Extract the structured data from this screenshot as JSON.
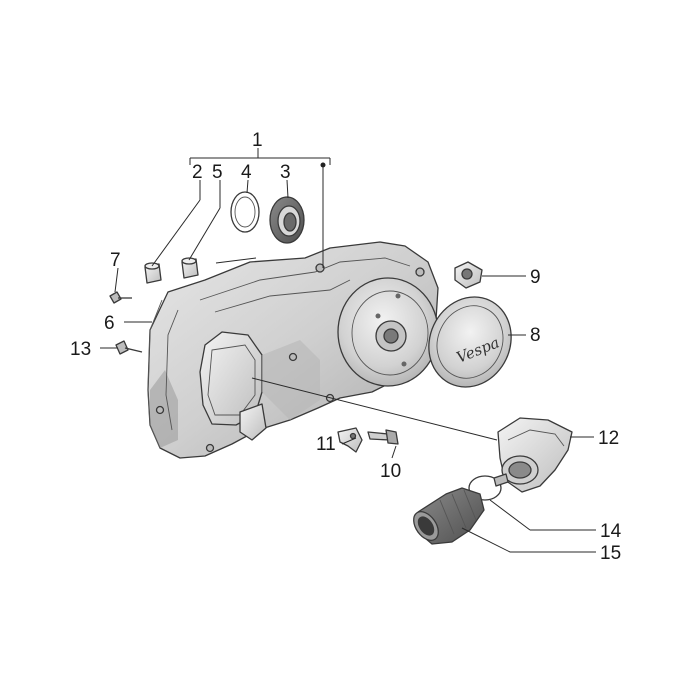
{
  "callouts": [
    {
      "id": "1",
      "text": "1"
    },
    {
      "id": "2",
      "text": "2"
    },
    {
      "id": "3",
      "text": "3"
    },
    {
      "id": "4",
      "text": "4"
    },
    {
      "id": "5",
      "text": "5"
    },
    {
      "id": "6",
      "text": "6"
    },
    {
      "id": "7",
      "text": "7"
    },
    {
      "id": "8",
      "text": "8"
    },
    {
      "id": "9",
      "text": "9"
    },
    {
      "id": "10",
      "text": "10"
    },
    {
      "id": "11",
      "text": "11"
    },
    {
      "id": "12",
      "text": "12"
    },
    {
      "id": "13",
      "text": "13"
    },
    {
      "id": "14",
      "text": "14"
    },
    {
      "id": "15",
      "text": "15"
    }
  ],
  "logo_text": "Vespa"
}
